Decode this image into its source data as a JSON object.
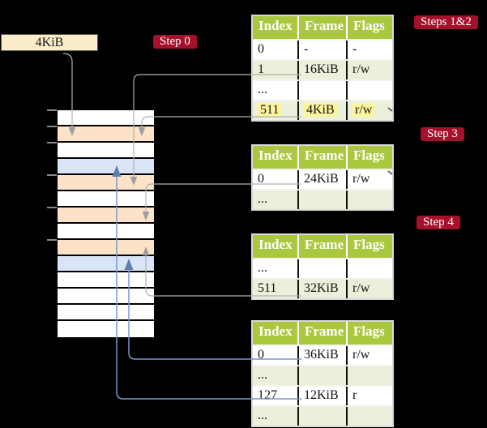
{
  "title": "Multi-level page table walk diagram",
  "page_size_box": {
    "label": "4KiB"
  },
  "step_badges": {
    "step0": "Step 0",
    "steps12": "Steps 1&2",
    "step3": "Step 3",
    "step4": "Step 4"
  },
  "colors": {
    "background": "#000000",
    "badge_red": "#a5102b",
    "header_green": "#a9c83e",
    "row_green": "#eaf0da",
    "row_white": "#ffffff",
    "mem_white": "#ffffff",
    "mem_peach": "#fce3c7",
    "mem_blue": "#d9e5f6",
    "cream_box": "#fbedc9",
    "yellow_highlight": "#fdf59e",
    "gray_line": "#b0b0b0",
    "blue_line": "#7b97c7",
    "blue_arrowhead": "#5d7fb2"
  },
  "memory_stack": {
    "rows": [
      "white",
      "peach",
      "white",
      "blue",
      "peach",
      "white",
      "peach",
      "white",
      "peach",
      "blue",
      "white",
      "white",
      "white",
      "white"
    ]
  },
  "page_tables": [
    {
      "id": "table-steps-1-2",
      "headers": [
        "Index",
        "Frame",
        "Flags"
      ],
      "rows": [
        {
          "cells": [
            "0",
            "-",
            "-"
          ],
          "shade": "white",
          "highlight": false
        },
        {
          "cells": [
            "1",
            "16KiB",
            "r/w"
          ],
          "shade": "green",
          "highlight": false
        },
        {
          "cells": [
            "...",
            "",
            ""
          ],
          "shade": "white",
          "highlight": false
        },
        {
          "cells": [
            "511",
            "4KiB",
            "r/w"
          ],
          "shade": "green",
          "highlight": true
        }
      ]
    },
    {
      "id": "table-step-3",
      "headers": [
        "Index",
        "Frame",
        "Flags"
      ],
      "rows": [
        {
          "cells": [
            "0",
            "24KiB",
            "r/w"
          ],
          "shade": "white",
          "highlight": false
        },
        {
          "cells": [
            "...",
            "",
            ""
          ],
          "shade": "green",
          "highlight": false
        }
      ]
    },
    {
      "id": "table-step-4",
      "headers": [
        "Index",
        "Frame",
        "Flags"
      ],
      "rows": [
        {
          "cells": [
            "...",
            "",
            ""
          ],
          "shade": "white",
          "highlight": false
        },
        {
          "cells": [
            "511",
            "32KiB",
            "r/w"
          ],
          "shade": "green",
          "highlight": false
        }
      ]
    },
    {
      "id": "table-final",
      "headers": [
        "Index",
        "Frame",
        "Flags"
      ],
      "rows": [
        {
          "cells": [
            "0",
            "36KiB",
            "r/w"
          ],
          "shade": "white",
          "highlight": false
        },
        {
          "cells": [
            "...",
            "",
            ""
          ],
          "shade": "green",
          "highlight": false
        },
        {
          "cells": [
            "127",
            "12KiB",
            "r"
          ],
          "shade": "white",
          "highlight": false
        },
        {
          "cells": [
            "...",
            "",
            ""
          ],
          "shade": "green",
          "highlight": false
        }
      ]
    }
  ]
}
